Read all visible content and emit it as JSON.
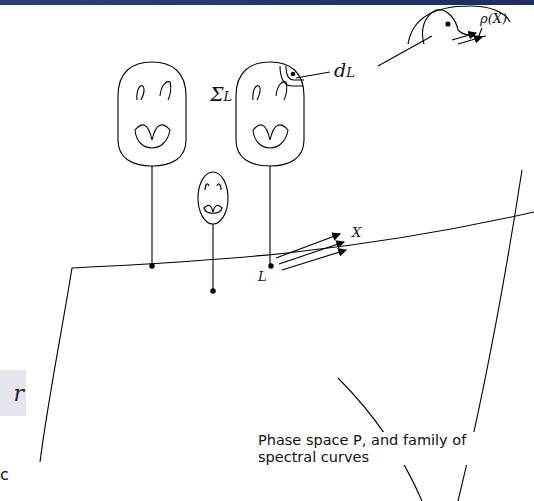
{
  "diagram": {
    "nodes": [
      {
        "text": [
          "r"
        ]
      }
    ],
    "labels": [
      "ρ(X)",
      "dL",
      "ΣL",
      "L",
      "X",
      "Phase space P, and family of spectral curves",
      "c"
    ]
  }
}
